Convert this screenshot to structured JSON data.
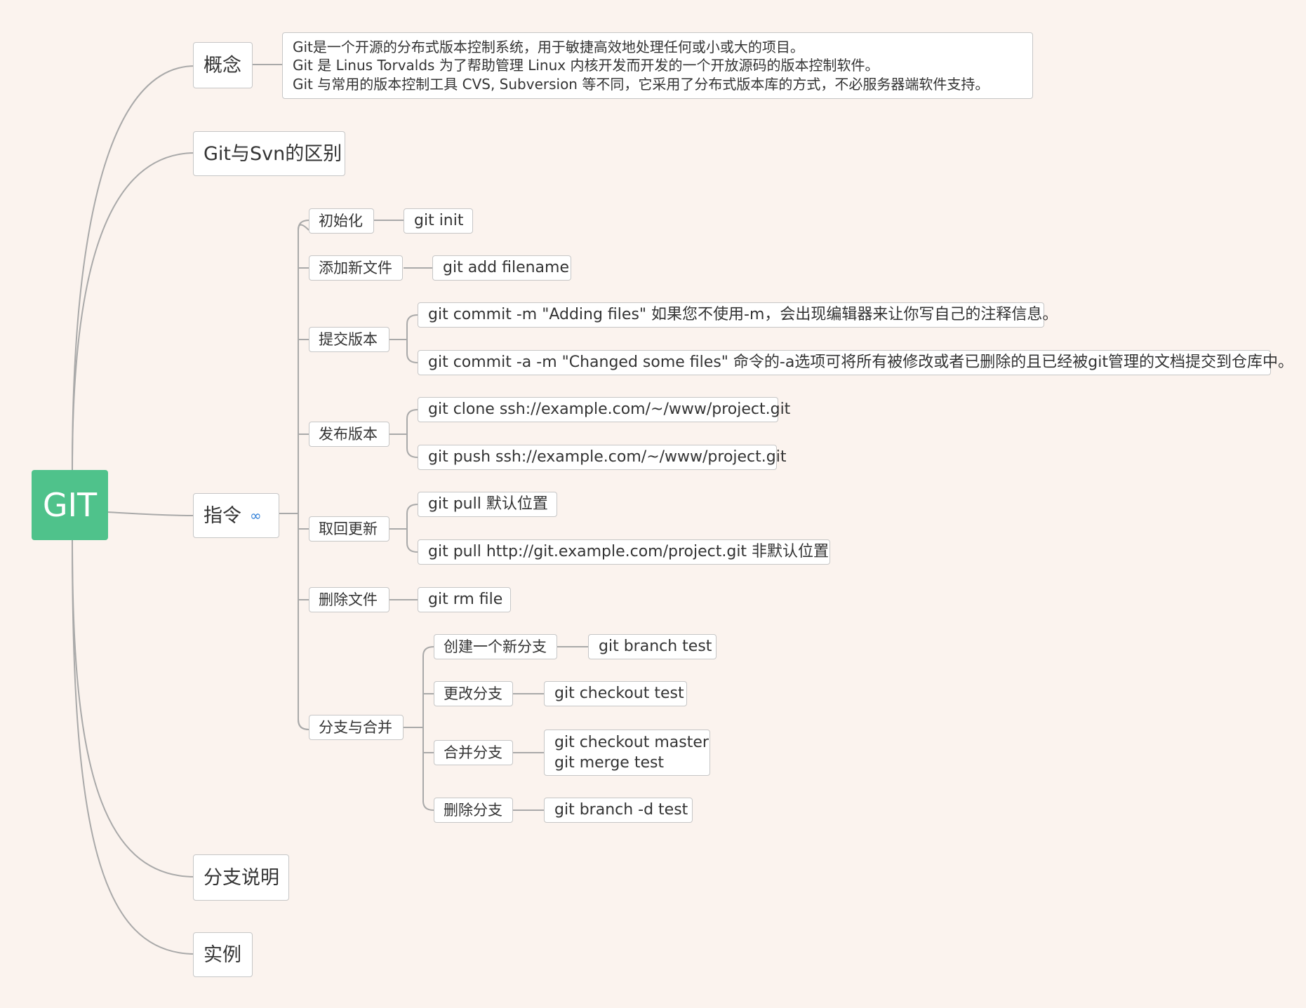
{
  "root": {
    "label": "GIT"
  },
  "branches": {
    "concept": {
      "label": "概念",
      "lines": [
        "Git是一个开源的分布式版本控制系统，用于敏捷高效地处理任何或小或大的项目。",
        "Git 是 Linus Torvalds 为了帮助管理 Linux 内核开发而开发的一个开放源码的版本控制软件。",
        "Git 与常用的版本控制工具 CVS, Subversion 等不同，它采用了分布式版本库的方式，不必服务器端软件支持。"
      ]
    },
    "diff": {
      "label": "Git与Svn的区别"
    },
    "commands": {
      "label": "指令",
      "init": {
        "label": "初始化",
        "items": [
          "git init"
        ]
      },
      "add": {
        "label": "添加新文件",
        "items": [
          "git add filename"
        ]
      },
      "commit": {
        "label": "提交版本",
        "items": [
          "git commit -m \"Adding files\"  如果您不使用-m，会出现编辑器来让你写自己的注释信息。",
          "git commit -a -m \"Changed some files\"   命令的-a选项可将所有被修改或者已删除的且已经被git管理的文档提交到仓库中。"
        ]
      },
      "publish": {
        "label": "发布版本",
        "items": [
          "git clone ssh://example.com/~/www/project.git",
          "git push ssh://example.com/~/www/project.git"
        ]
      },
      "pull": {
        "label": "取回更新",
        "items": [
          "git pull  默认位置",
          "git pull http://git.example.com/project.git   非默认位置"
        ]
      },
      "remove": {
        "label": "删除文件",
        "items": [
          "git rm file"
        ]
      },
      "branching": {
        "label": "分支与合并",
        "create": {
          "label": "创建一个新分支",
          "cmd": "git branch test"
        },
        "change": {
          "label": "更改分支",
          "cmd": "git checkout test"
        },
        "merge": {
          "label": "合并分支",
          "cmds": [
            "git checkout master",
            "git merge test"
          ]
        },
        "delete": {
          "label": "删除分支",
          "cmd": "git branch -d test"
        }
      }
    },
    "branch_notes": {
      "label": "分支说明"
    },
    "examples": {
      "label": "实例"
    }
  },
  "colors": {
    "root": "#4fc28b",
    "background": "#fbf3ee",
    "line": "#a9a9a9",
    "link_icon": "#2f7fd8"
  },
  "icons": {
    "commands": "link-icon"
  }
}
